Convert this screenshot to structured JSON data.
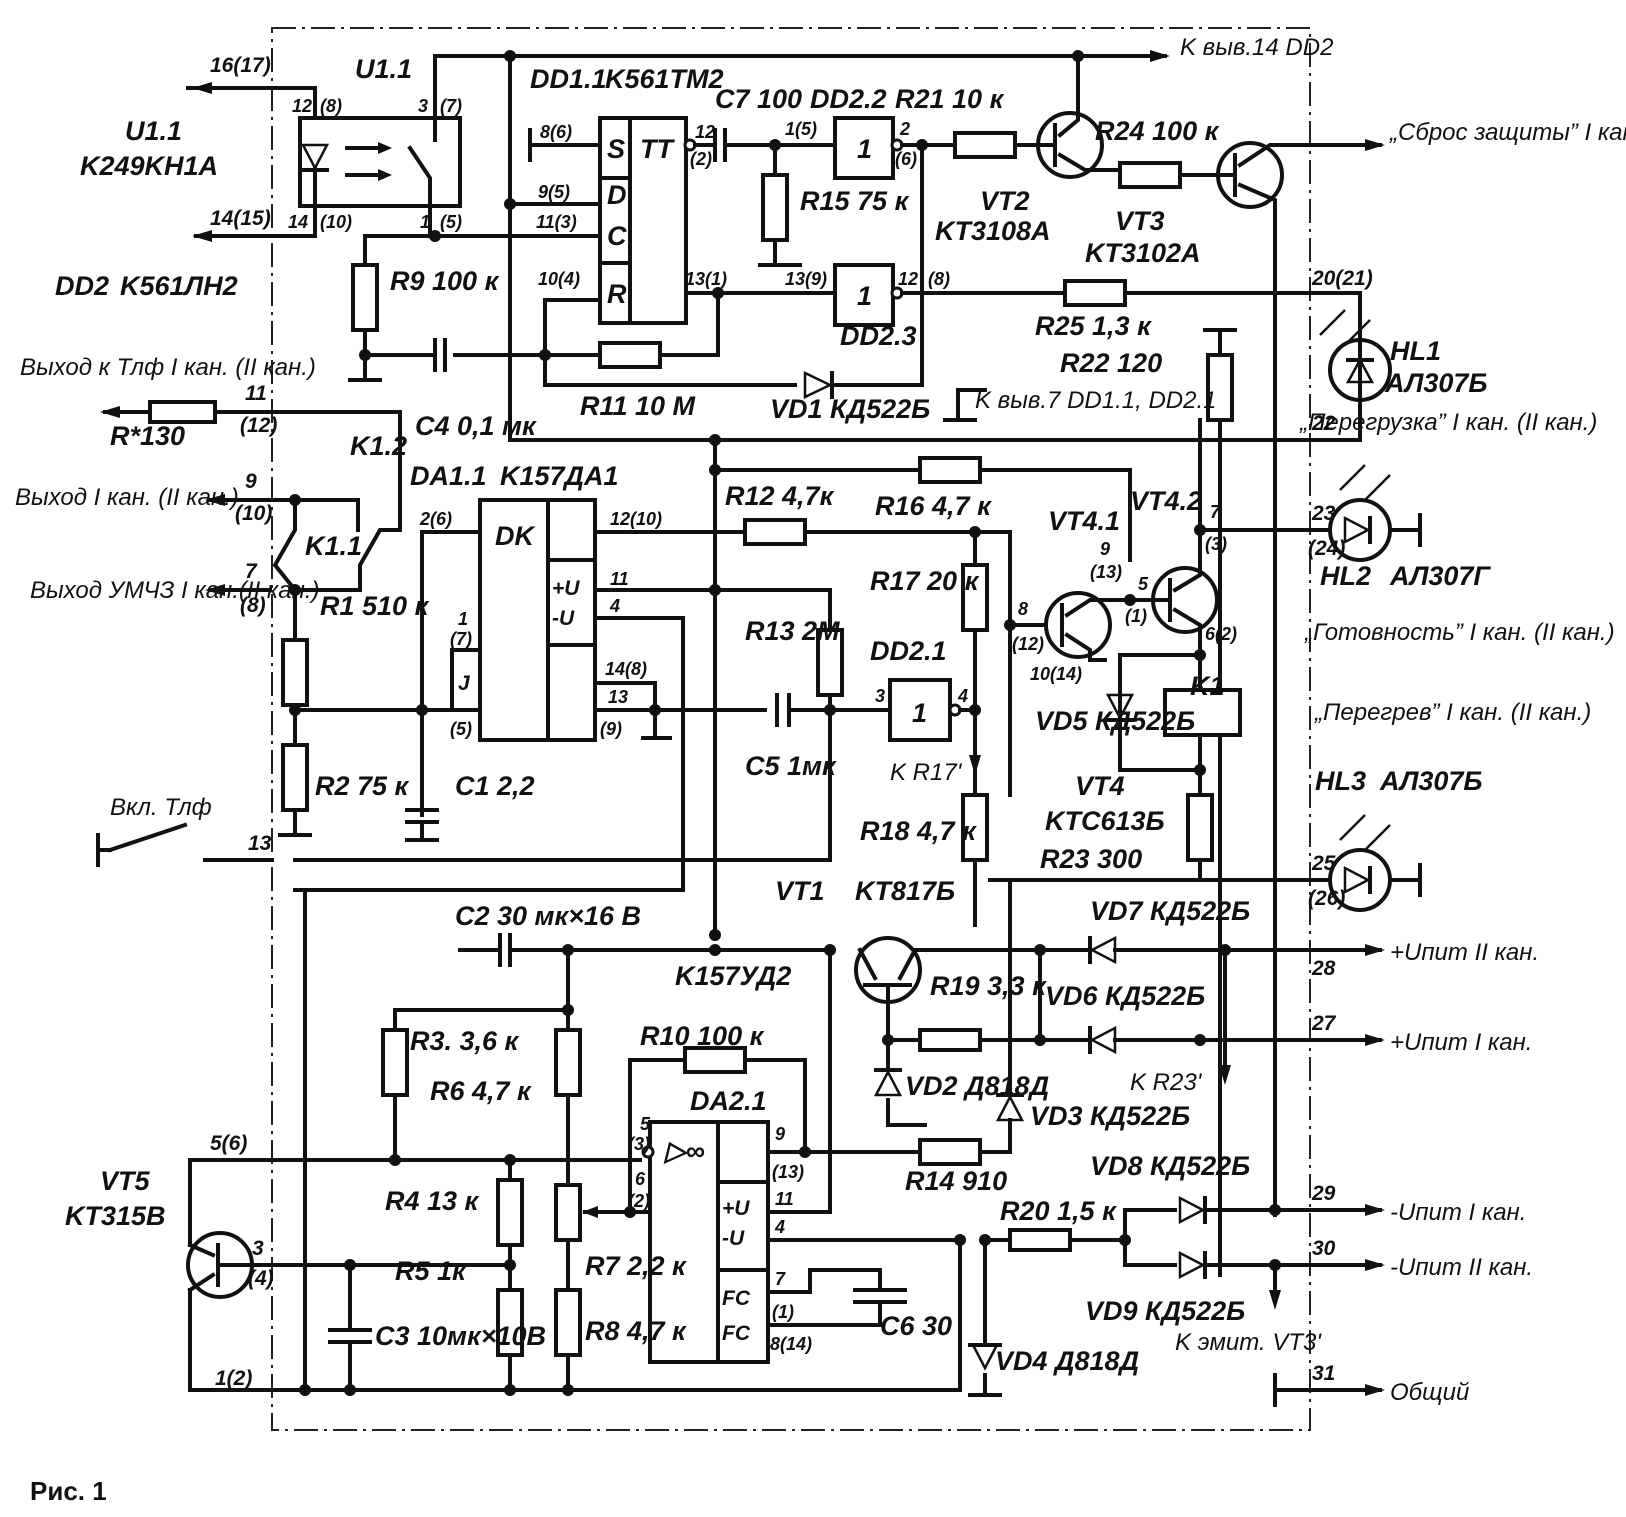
{
  "figure_caption": "Рис. 1",
  "components": {
    "U1_1": {
      "ref": "U1.1",
      "part": "K249KH1A",
      "ref_inner": "U1.1"
    },
    "DD1_1": {
      "ref": "DD1.1",
      "part": "K561TM2",
      "cells": [
        "S",
        "TT",
        "D",
        "C",
        "R"
      ]
    },
    "DD2": {
      "ref": "DD2",
      "part": "K561ЛН2"
    },
    "DD2_1": {
      "ref": "DD2.1",
      "gate": "1"
    },
    "DD2_2": {
      "ref": "DD2.2",
      "gate": "1"
    },
    "DD2_3": {
      "ref": "DD2.3",
      "gate": "1"
    },
    "DA1_1": {
      "ref": "DA1.1",
      "part": "K157ДА1",
      "cells": [
        "DK",
        "+U",
        "-U",
        "J"
      ]
    },
    "DA2_1": {
      "ref": "DA2.1",
      "part": "K157УД2",
      "cells": [
        "▷∞",
        "+U",
        "-U",
        "FC",
        "FC"
      ]
    },
    "VT1": {
      "ref": "VT1",
      "part": "KT817Б"
    },
    "VT2": {
      "ref": "VT2",
      "part": "KT3108A"
    },
    "VT3": {
      "ref": "VT3",
      "part": "KT3102A"
    },
    "VT4": {
      "ref": "VT4",
      "part": "KTC613Б",
      "sub": [
        "VT4.1",
        "VT4.2"
      ]
    },
    "VT5": {
      "ref": "VT5",
      "part": "KT315B"
    },
    "K1": {
      "ref": "K1",
      "contacts": [
        "K1.1",
        "K1.2"
      ]
    },
    "HL1": {
      "ref": "HL1",
      "part": "АЛ307Б"
    },
    "HL2": {
      "ref": "HL2",
      "part": "АЛ307Г"
    },
    "HL3": {
      "ref": "HL3",
      "part": "АЛ307Б"
    },
    "resistors": {
      "R1": "R1 510 к",
      "R2": "R2 75 к",
      "R3": "R3. 3,6 к",
      "R4": "R4 13 к",
      "R5": "R5 1к",
      "R6": "R6 4,7 к",
      "R7": "R7 2,2 к",
      "R8": "R8 4,7 к",
      "R9": "R9 100 к",
      "R10": "R10 100 к",
      "R11": "R11 10 M",
      "R12": "R12 4,7к",
      "R13": "R13 2M",
      "R14": "R14 910",
      "R15": "R15 75 к",
      "R16": "R16 4,7 к",
      "R17": "R17 20 к",
      "R18": "R18 4,7 к",
      "R19": "R19 3,3 к",
      "R20": "R20 1,5 к",
      "R21": "R21 10 к",
      "R22": "R22 120",
      "R23": "R23 300",
      "R24": "R24 100 к",
      "R25": "R25 1,3 к",
      "Rstar": "R*130"
    },
    "capacitors": {
      "C1": "C1 2,2",
      "C2": "C2 30 мк×16 B",
      "C3": "C3 10мк×10B",
      "C4": "C4 0,1 мк",
      "C5": "C5 1мк",
      "C6": "C6 30",
      "C7": "C7 100"
    },
    "diodes": {
      "VD1": "VD1 КД522Б",
      "VD2": "VD2 Д818Д",
      "VD3": "VD3 КД522Б",
      "VD4": "VD4 Д818Д",
      "VD5": "VD5 КД522Б",
      "VD6": "VD6 КД522Б",
      "VD7": "VD7 КД522Б",
      "VD8": "VD8 КД522Б",
      "VD9": "VD9 КД522Б"
    }
  },
  "connector_pins": {
    "p16": "16(17)",
    "p14": "14(15)",
    "p11": "11",
    "p12": "(12)",
    "p9": "9",
    "p10": "(10)",
    "p7": "7",
    "p8": "(8)",
    "p13": "13",
    "p5_6": "5(6)",
    "p3": "3",
    "p4": "(4)",
    "p1_2": "1(2)",
    "p20": "20(21)",
    "p22": "22",
    "p23": "23",
    "p24": "(24)",
    "p25": "25",
    "p26": "(26)",
    "p28": "28",
    "p27": "27",
    "p29": "29",
    "p30": "30",
    "p31": "31"
  },
  "ic_pins": {
    "u1_12": "12",
    "u1_8": "(8)",
    "u1_3": "3",
    "u1_7": "(7)",
    "u1_14": "14",
    "u1_10": "(10)",
    "u1_1": "1",
    "u1_5": "(5)",
    "dd1_8": "8(6)",
    "dd1_9": "9(5)",
    "dd1_11": "11(3)",
    "dd1_10": "10(4)",
    "dd1_12": "12",
    "dd1_2": "(2)",
    "dd1_13": "13(1)",
    "dd22_1": "1(5)",
    "dd22_2": "2",
    "dd22_6": "(6)",
    "dd23_13": "13(9)",
    "dd23_12": "12",
    "dd23_8": "(8)",
    "dd21_3": "3",
    "dd21_4": "4",
    "da1_2": "2(6)",
    "da1_1": "1",
    "da1_7": "(7)",
    "da1_5": "(5)",
    "da1_12": "12(10)",
    "da1_11": "11",
    "da1_4": "4",
    "da1_14": "14(8)",
    "da1_13": "13",
    "da1_9": "(9)",
    "da2_5": "5",
    "da2_3": "(3)",
    "da2_6": "6",
    "da2_2": "(2)",
    "da2_9": "9",
    "da2_13": "(13)",
    "da2_11": "11",
    "da2_4": "4",
    "da2_7": "7",
    "da2_1": "(1)",
    "da2_8": "8(14)",
    "vt4_8": "8",
    "vt4_12": "(12)",
    "vt4_10": "10(14)",
    "vt4_9": "9",
    "vt4_13": "(13)",
    "vt4_5": "5",
    "vt4_1": "(1)",
    "vt4_7": "7",
    "vt4_3": "(3)",
    "vt4_6": "6(2)"
  },
  "external_labels": {
    "to_pin14_dd2": "K выв.14 DD2",
    "to_pin7": "K выв.7 DD1.1, DD2.1",
    "reset": "„Сброс защиты” I кан.(II кан.)",
    "out_phone": "Выход к Тлф I кан. (II кан.)",
    "out_ch": "Выход I кан. (II кан.)",
    "out_amp": "Выход УМЧЗ I кан.(II кан.)",
    "phone_on": "Вкл. Тлф",
    "overload": "„Перегрузка” I кан. (II кан.)",
    "ready": "„Готовность” I кан. (II кан.)",
    "overheat": "„Перегрев” I кан. (II кан.)",
    "vplus2": "+Uпит II кан.",
    "vplus1": "+Uпит I кан.",
    "vminus1": "-Uпит I кан.",
    "vminus2": "-Uпит II кан.",
    "common": "Общий",
    "to_r17": "K R17'",
    "to_r23": "K R23'",
    "to_vt3": "K эмит. VT3'"
  }
}
